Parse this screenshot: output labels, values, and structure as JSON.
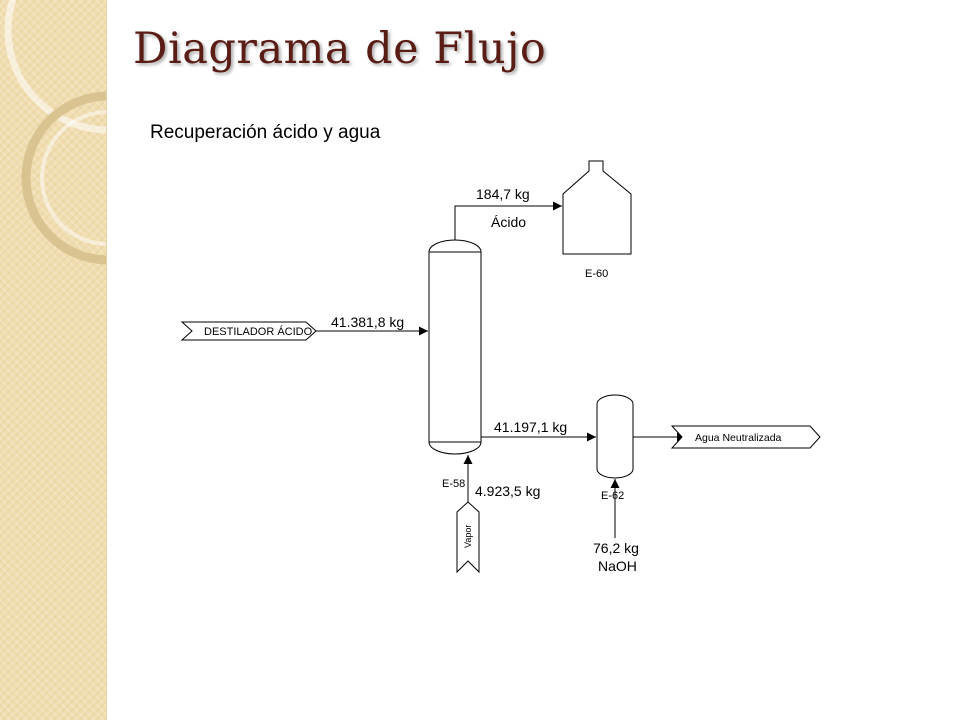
{
  "slide": {
    "title": "Diagrama de Flujo",
    "subtitle": "Recuperación ácido y agua"
  },
  "diagram": {
    "tags": {
      "destilador_acido": "DESTILADOR ÁCIDO",
      "agua_neutralizada": "Agua Neutralizada",
      "vapor": "Vapor"
    },
    "equipment": {
      "column": "E-58",
      "tank": "E-60",
      "neutralizer": "E-62"
    },
    "streams": {
      "feed": "41.381,8 kg",
      "top_product": "184,7 kg",
      "top_product_name": "Ácido",
      "bottom_product": "41.197,1 kg",
      "steam": "4.923,5 kg",
      "naoh_amount": "76,2 kg",
      "naoh_name": "NaOH"
    }
  },
  "colors": {
    "title": "#5a1d16",
    "side_band": "#f0ddb0",
    "band_ring": "#d9c391",
    "line": "#000000"
  }
}
